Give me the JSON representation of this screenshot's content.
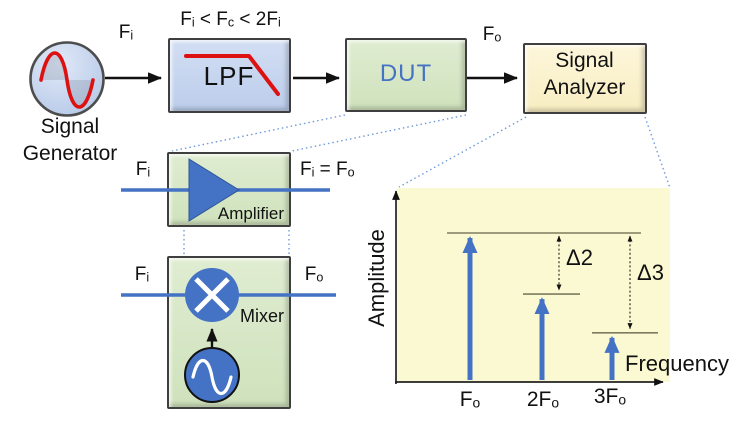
{
  "colors": {
    "accent_blue": "#4472c4",
    "signal_red": "#dd1111",
    "block_blue": "#c6d5ef",
    "block_green": "#d7e7c6",
    "block_cream": "#fcf3d0",
    "chart_background": "#fbf9d2",
    "connector_dotted_blue": "#6f9ad8",
    "reference_line": "#7c7c60"
  },
  "flow": {
    "signal_generator": {
      "line1": "Signal",
      "line2": "Generator"
    },
    "fi": {
      "p": "F",
      "s": "i"
    },
    "lpf": {
      "cond_p1": "F",
      "cond_s1": "i",
      "cond_p2": " < F",
      "cond_s2": "c",
      "cond_p3": " < 2F",
      "cond_s3": "i",
      "label": "LPF"
    },
    "dut_label": "DUT",
    "fo": {
      "p": "F",
      "s": "o"
    },
    "signal_analyzer": {
      "line1": "Signal",
      "line2": "Analyzer"
    }
  },
  "amplifier": {
    "in_p": "F",
    "in_s": "i",
    "out_p1": "F",
    "out_s1": "i",
    "out_p2": " = F",
    "out_s2": "o",
    "label": "Amplifier"
  },
  "mixer": {
    "in_p": "F",
    "in_s": "i",
    "out_p": "F",
    "out_s": "o",
    "label": "Mixer"
  },
  "chart": {
    "ylabel": "Amplitude",
    "xlabel": "Frequency",
    "delta2": "Δ2",
    "delta3": "Δ3",
    "ticks": [
      {
        "p": "F",
        "s": "o"
      },
      {
        "p": "2F",
        "s": "o"
      },
      {
        "p": "3F",
        "s": "o"
      }
    ]
  },
  "chart_data": {
    "type": "bar",
    "categories": [
      "Fo",
      "2Fo",
      "3Fo"
    ],
    "values": [
      1.0,
      0.59,
      0.33
    ],
    "title": "",
    "xlabel": "Frequency",
    "ylabel": "Amplitude",
    "ylim": [
      0,
      1.1
    ],
    "grid": false,
    "legend": "none",
    "annotations": [
      {
        "label": "Δ2",
        "from_value": 1.0,
        "to_value": 0.59,
        "meaning": "amplitude drop from Fo to 2Fo harmonic"
      },
      {
        "label": "Δ3",
        "from_value": 1.0,
        "to_value": 0.33,
        "meaning": "amplitude drop from Fo to 3Fo harmonic"
      }
    ],
    "notes": "Harmonic spectrum stems at Fo, 2Fo, 3Fo with reference levels"
  }
}
